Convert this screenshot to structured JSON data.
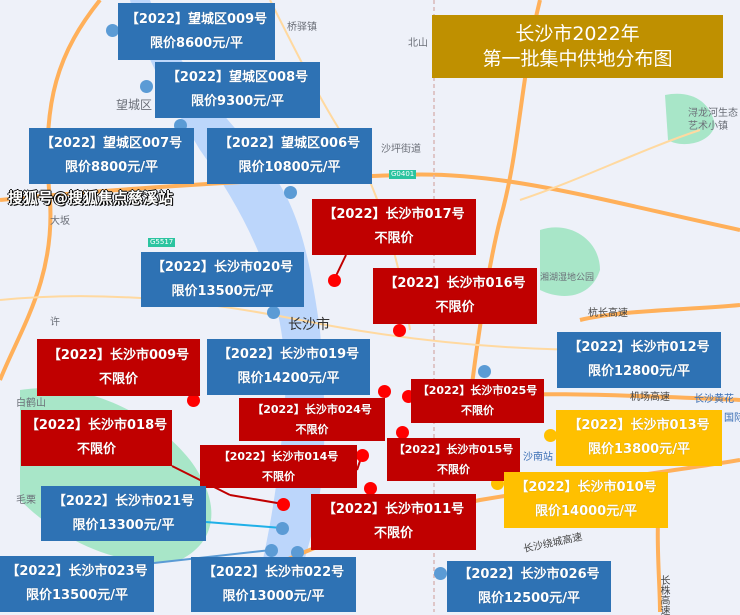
{
  "title": {
    "line1": "长沙市2022年",
    "line2": "第一批集中供地分布图"
  },
  "colors": {
    "price_limited": "#2e72b4",
    "unlimited": "#c00000",
    "highlight": "#ffc000",
    "title_bg": "#bf9000"
  },
  "map_labels": [
    "桥驿镇",
    "北山",
    "望城区",
    "沙坪街道",
    "浔龙河生态",
    "艺术小镇",
    "大坂",
    "长沙市",
    "杭长高速",
    "机场高速",
    "长沙绕城高速",
    "沙南站",
    "白鹤山",
    "毛栗",
    "湘湖湿地公园",
    "许",
    "长沙黄花",
    "国际机场",
    "长株高速",
    "G0401",
    "G5517"
  ],
  "parcels": [
    {
      "name": "【2022】望城区009号",
      "price": "限价8600元/平",
      "style": "blue"
    },
    {
      "name": "【2022】望城区008号",
      "price": "限价9300元/平",
      "style": "blue"
    },
    {
      "name": "【2022】望城区007号",
      "price": "限价8800元/平",
      "style": "blue"
    },
    {
      "name": "【2022】望城区006号",
      "price": "限价10800元/平",
      "style": "blue"
    },
    {
      "name": "【2022】长沙市017号",
      "price": "不限价",
      "style": "red"
    },
    {
      "name": "【2022】长沙市020号",
      "price": "限价13500元/平",
      "style": "blue"
    },
    {
      "name": "【2022】长沙市016号",
      "price": "不限价",
      "style": "red"
    },
    {
      "name": "【2022】长沙市009号",
      "price": "不限价",
      "style": "red"
    },
    {
      "name": "【2022】长沙市019号",
      "price": "限价14200元/平",
      "style": "blue"
    },
    {
      "name": "【2022】长沙市012号",
      "price": "限价12800元/平",
      "style": "blue"
    },
    {
      "name": "【2022】长沙市025号",
      "price": "不限价",
      "style": "red"
    },
    {
      "name": "【2022】长沙市024号",
      "price": "不限价",
      "style": "red"
    },
    {
      "name": "【2022】长沙市018号",
      "price": "不限价",
      "style": "red"
    },
    {
      "name": "【2022】长沙市013号",
      "price": "限价13800元/平",
      "style": "yellow"
    },
    {
      "name": "【2022】长沙市014号",
      "price": "不限价",
      "style": "red"
    },
    {
      "name": "【2022】长沙市015号",
      "price": "不限价",
      "style": "red"
    },
    {
      "name": "【2022】长沙市010号",
      "price": "限价14000元/平",
      "style": "yellow"
    },
    {
      "name": "【2022】长沙市011号",
      "price": "不限价",
      "style": "red"
    },
    {
      "name": "【2022】长沙市021号",
      "price": "限价13300元/平",
      "style": "blue"
    },
    {
      "name": "【2022】长沙市023号",
      "price": "限价13500元/平",
      "style": "blue"
    },
    {
      "name": "【2022】长沙市022号",
      "price": "限价13000元/平",
      "style": "blue"
    },
    {
      "name": "【2022】长沙市026号",
      "price": "限价12500元/平",
      "style": "blue"
    }
  ],
  "watermark": "搜狐号@搜狐焦点慈溪站"
}
